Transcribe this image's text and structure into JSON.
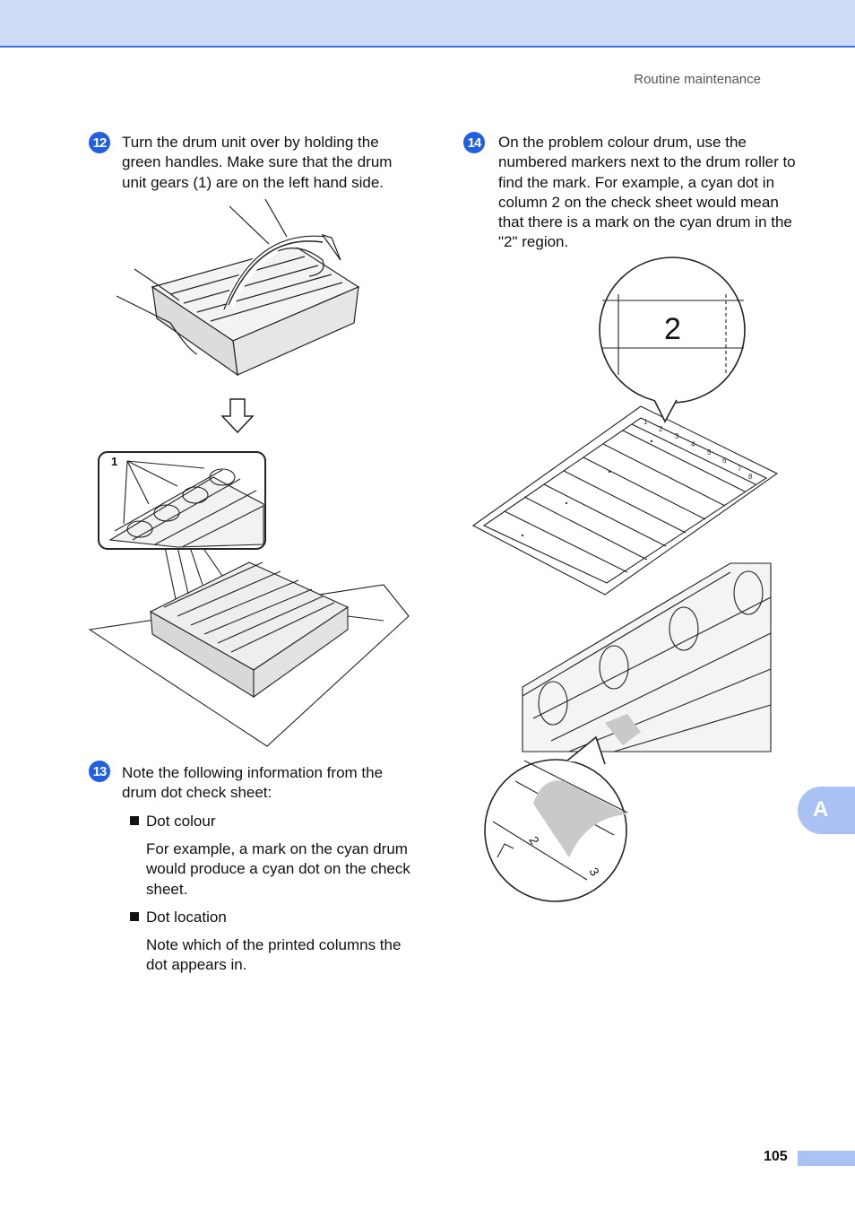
{
  "header": {
    "running_head": "Routine maintenance"
  },
  "steps": {
    "step12": {
      "number": "12",
      "text": "Turn the drum unit over by holding the green handles. Make sure that the drum unit gears (1) are on the left hand side."
    },
    "step13": {
      "number": "13",
      "text": "Note the following information from the drum dot check sheet:",
      "bullets": [
        {
          "label": "Dot colour",
          "desc": "For example, a mark on the cyan drum would produce a cyan dot on the check sheet."
        },
        {
          "label": "Dot location",
          "desc": "Note which of the printed columns the dot appears in."
        }
      ]
    },
    "step14": {
      "number": "14",
      "text": "On the problem colour drum, use the numbered markers next to the drum roller to find the mark. For example, a cyan dot in column 2 on the check sheet would mean that there is a mark on the cyan drum in the \"2\" region."
    }
  },
  "figures": {
    "drum_callout_number": "1",
    "zoom_column_number": "2",
    "sheet_columns": [
      "1",
      "2",
      "3",
      "4",
      "5",
      "6",
      "7",
      "8"
    ],
    "roller_markers": [
      "2",
      "3"
    ]
  },
  "appendix_tab": "A",
  "page_number": "105",
  "colors": {
    "header_band": "#cfdcf7",
    "header_rule": "#3f6fe0",
    "step_badge": "#1f5fe0",
    "tab": "#a9c2f3"
  }
}
